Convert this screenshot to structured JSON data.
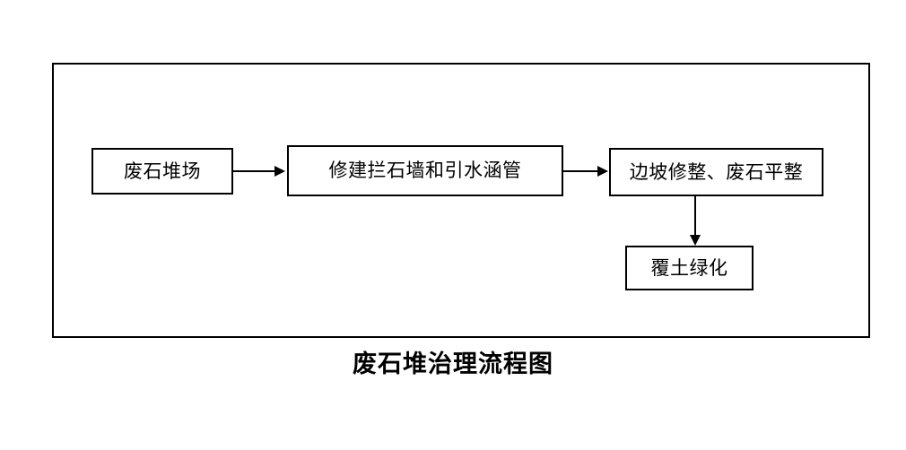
{
  "diagram": {
    "caption": "废石堆治理流程图",
    "frame": {
      "border_color": "#000000",
      "background": "#ffffff"
    },
    "nodes": [
      {
        "id": "waste-rock-dump",
        "label": "废石堆场"
      },
      {
        "id": "retaining-wall",
        "label": "修建拦石墙和引水涵管"
      },
      {
        "id": "slope-trim",
        "label": "边坡修整、废石平整"
      },
      {
        "id": "soil-greening",
        "label": "覆土绿化"
      }
    ],
    "connectors": [
      {
        "id": "dump-to-wall",
        "from": "waste-rock-dump",
        "to": "retaining-wall",
        "direction": "right"
      },
      {
        "id": "wall-to-slope",
        "from": "retaining-wall",
        "to": "slope-trim",
        "direction": "right"
      },
      {
        "id": "slope-to-greening",
        "from": "slope-trim",
        "to": "soil-greening",
        "direction": "down"
      }
    ]
  },
  "colors": {
    "stroke": "#000000",
    "fill": "#ffffff",
    "text": "#000000"
  }
}
